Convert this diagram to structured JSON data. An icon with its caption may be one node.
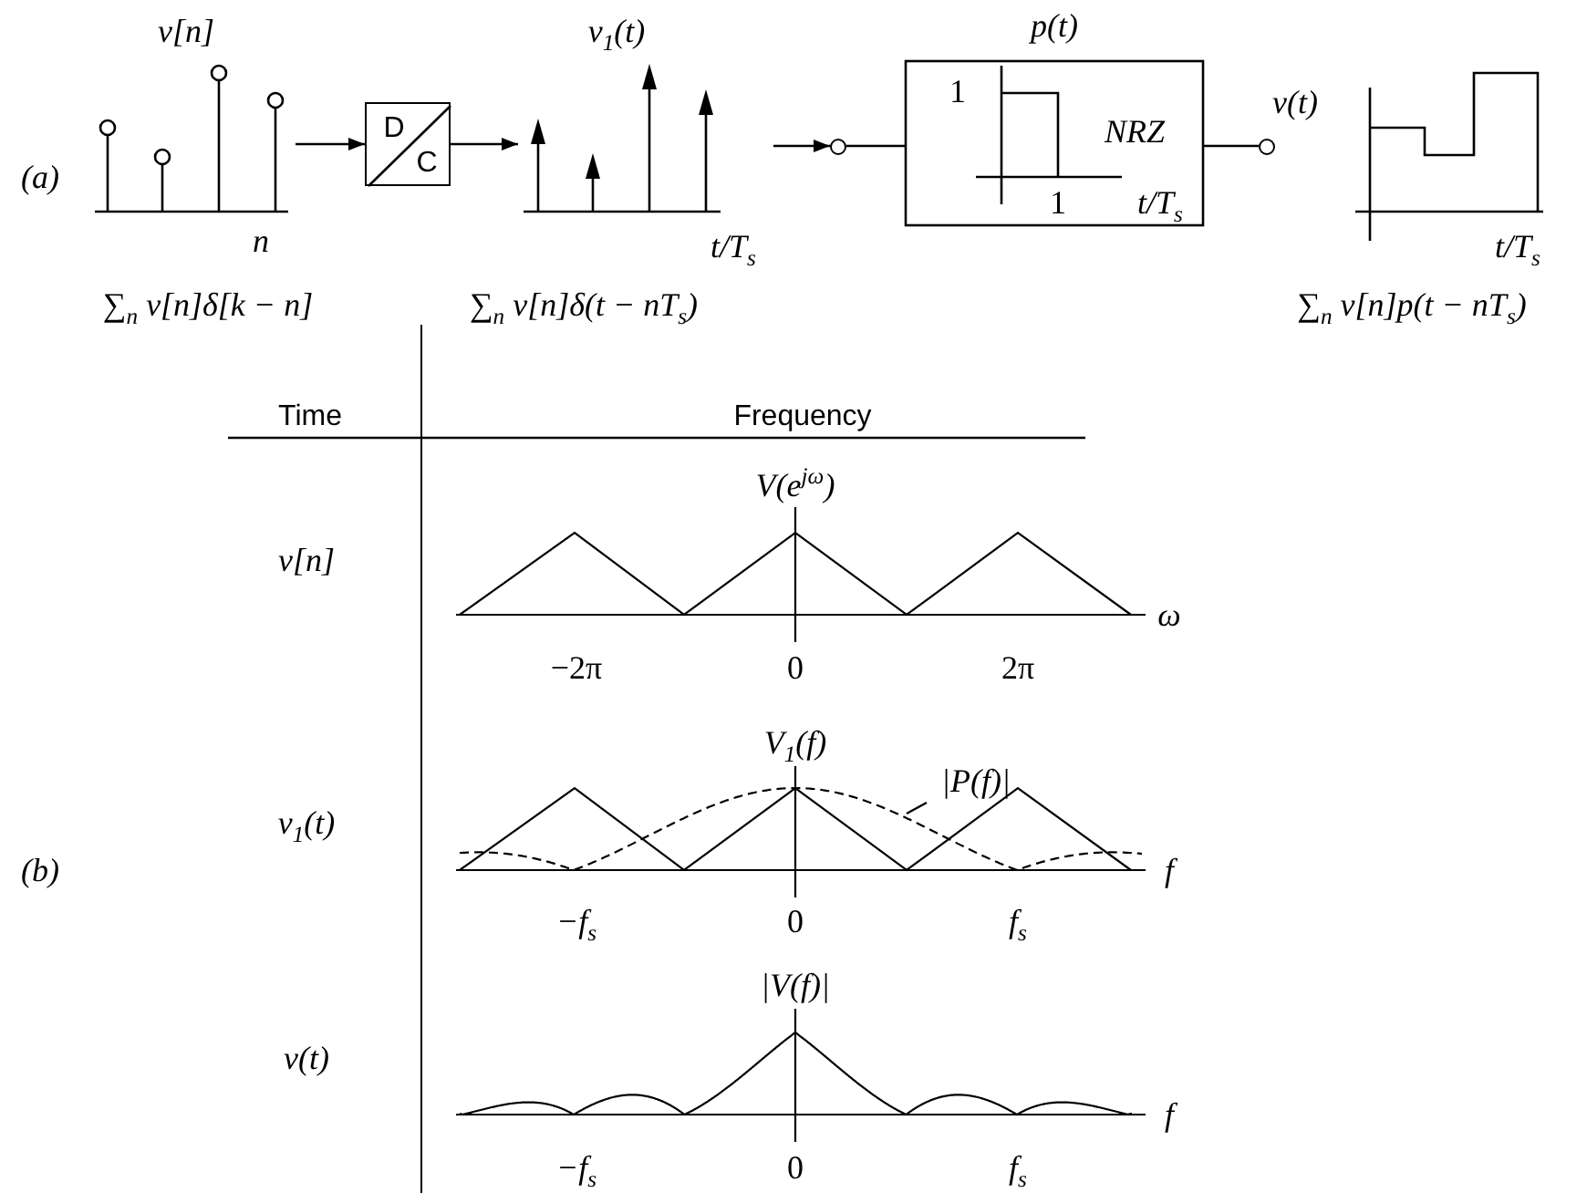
{
  "diagram": {
    "nodes": [
      {
        "text": [
          "v[n]",
          "n"
        ],
        "beside": [
          "∑$_{n}$ v[n]δ[k − n]"
        ]
      },
      {
        "text": [
          "D",
          "C"
        ]
      },
      {
        "text": [
          "v$_{1}$(t)",
          "t/T$_{s}$"
        ],
        "beside": [
          "∑$_{n}$ v[n]δ(t − nT$_{s}$)"
        ]
      },
      {
        "text": [],
        "shape": "circle"
      },
      {
        "text": [
          "p(t)",
          "1",
          "NRZ",
          "1",
          "t/T$_{s}$"
        ]
      },
      {
        "text": [],
        "shape": "circle",
        "beside": [
          "v(t)"
        ]
      },
      {
        "text": [
          "t/T$_{s}$"
        ],
        "beside": [
          "∑$_{n}$ v[n]p(t − nT$_{s}$)"
        ]
      },
      {
        "text": [
          "|P(f)|"
        ]
      }
    ],
    "edges": [
      {
        "from": 0,
        "to": 1,
        "arrow": "to"
      },
      {
        "from": 1,
        "to": 2,
        "arrow": "to"
      },
      {
        "from": 2,
        "to": 3,
        "arrow": "to"
      },
      {
        "from": 3,
        "to": 4,
        "arrow": "none"
      },
      {
        "from": 4,
        "to": 5,
        "arrow": "none"
      },
      {
        "from": 7,
        "to": null,
        "arrow": "none"
      }
    ],
    "labels": [
      "(a)",
      "(b)",
      "Time",
      "Frequency",
      "v[n]",
      "V(e$^{jω}$)",
      "ω",
      "−2π",
      "0",
      "2π",
      "v$_{1}$(t)",
      "V$_{1}$(f)",
      "f",
      "−f$_{s}$",
      "0",
      "f$_{s}$",
      "v(t)",
      "|V(f)|",
      "f",
      "−f$_{s}$",
      "0",
      "f$_{s}$"
    ]
  }
}
